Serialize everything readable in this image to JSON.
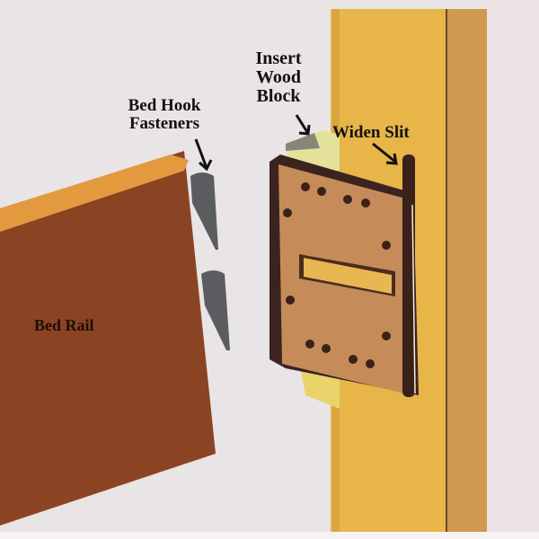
{
  "figure": {
    "title": "Bed rail hook fastener diagram",
    "colors": {
      "wall": "#e9e4e6",
      "bed_post": "#e8b547",
      "bed_post_dark": "#b07a2e",
      "bed_rail_face": "#8a4323",
      "bed_rail_top": "#e39a3e",
      "plate": "#c9925c",
      "hooks": "#5b5d61",
      "label_text": "#111111"
    }
  },
  "labels": {
    "insert_wood_block": "Insert Wood Block",
    "insert_line1": "Insert",
    "insert_line2": "Wood",
    "insert_line3": "Block",
    "bed_hook_line1": "Bed Hook",
    "bed_hook_line2": "Fasteners",
    "widen_slit": "Widen Slit",
    "bed_rail": "Bed Rail"
  },
  "components": [
    {
      "name": "Bed Rail",
      "description": "Wooden rail with two hook fasteners on its end"
    },
    {
      "name": "Bed Hook Fasteners",
      "count": 2
    },
    {
      "name": "Mounting Plate",
      "description": "Metal plate with holes and center slot on bed post"
    },
    {
      "name": "Insert Wood Block",
      "description": "Block placed behind plate at the top"
    },
    {
      "name": "Widen Slit",
      "description": "Vertical slit at plate edge"
    }
  ]
}
